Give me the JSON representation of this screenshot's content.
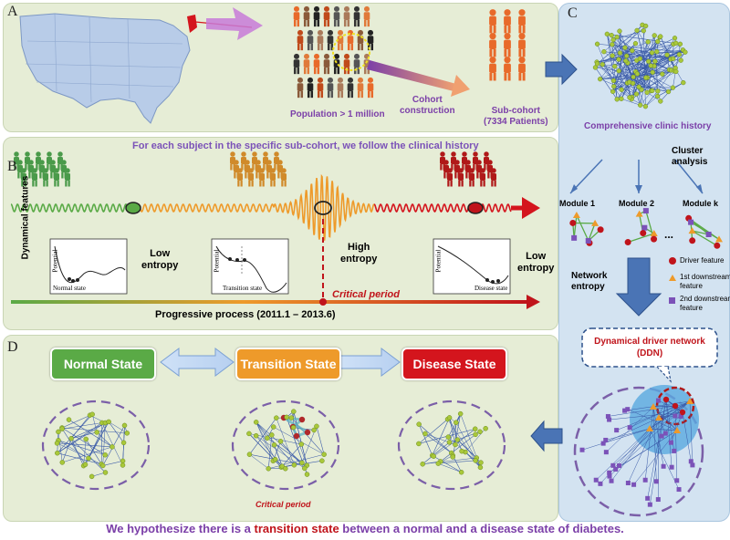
{
  "panels": {
    "a": {
      "letter": "A",
      "population": "Population > 1 million",
      "cohort": "Cohort\nconstruction",
      "subcohort": "Sub-cohort\n(7334 Patients)"
    },
    "b": {
      "letter": "B",
      "header": "For each subject in the specific sub-cohort,  we follow the clinical history",
      "axis_title": "Dynamical features",
      "low_entropy_1": "Low\nentropy",
      "high_entropy": "High\nentropy",
      "low_entropy_2": "Low\nentropy",
      "critical": "Critical period",
      "progress": "Progressive process (2011.1 – 2013.6)",
      "potential_label": "Potential",
      "normal_state": "Normal state",
      "transition_state": "Transition state",
      "disease_state": "Disease state"
    },
    "c": {
      "letter": "C",
      "history": "Comprehensive clinic history",
      "cluster": "Cluster\nanalysis",
      "modules": [
        "Module 1",
        "Module 2",
        "Module k"
      ],
      "ellipsis": "...",
      "network_entropy": "Network\nentropy",
      "legend": [
        "Driver feature",
        "1st downstream\nfeature",
        "2nd downstream\nfeature"
      ],
      "ddn": "Dynamical driver network\n(DDN)"
    },
    "d": {
      "letter": "D",
      "states": [
        "Normal State",
        "Transition State",
        "Disease State"
      ],
      "critical": "Critical period"
    }
  },
  "hypothesis": {
    "before": "We hypothesize there is a ",
    "highlight": "transition state",
    "after": " between a normal and a disease state of diabetes."
  },
  "colors": {
    "normal": "#5aaa46",
    "transition": "#ee9a2a",
    "disease": "#d4151d",
    "node": "#a9c83a",
    "purple": "#7b3fa8"
  }
}
